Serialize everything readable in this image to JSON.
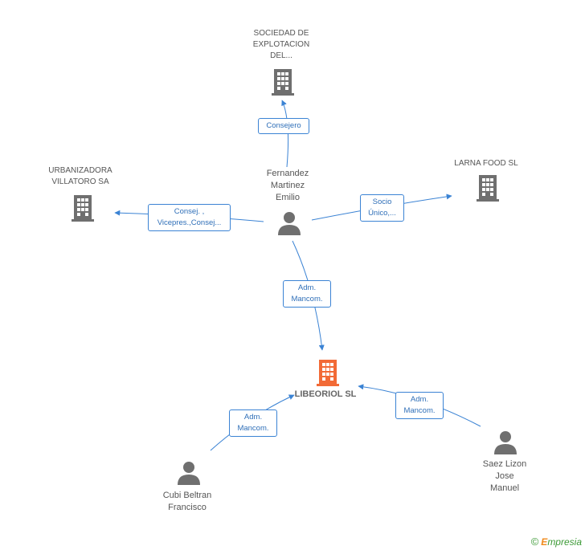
{
  "colors": {
    "edge": "#3b83d4",
    "building": "#6f6f6f",
    "building_main": "#f26a36",
    "person": "#6f6f6f"
  },
  "nodes": {
    "sociedad": {
      "label": "SOCIEDAD DE\nEXPLOTACION\nDEL...",
      "icon": "building-icon"
    },
    "urbanizadora": {
      "label": "URBANIZADORA\nVILLATORO SA",
      "icon": "building-icon"
    },
    "larna": {
      "label": "LARNA FOOD SL",
      "icon": "building-icon"
    },
    "fernandez": {
      "label": "Fernandez\nMartinez\nEmilio",
      "icon": "person-icon"
    },
    "liberiol": {
      "label": "LIBEORIOL SL",
      "icon": "building-icon"
    },
    "saez": {
      "label": "Saez Lizon\nJose\nManuel",
      "icon": "person-icon"
    },
    "cubi": {
      "label": "Cubi Beltran\nFrancisco",
      "icon": "person-icon"
    }
  },
  "edges": {
    "consejero": "Consejero",
    "consej_vicepres": "Consej. ,\nVicepres.,Consej...",
    "socio_unico": "Socio\nÚnico,...",
    "adm_fernandez": "Adm.\nMancom.",
    "adm_cubi": "Adm.\nMancom.",
    "adm_saez": "Adm.\nMancom."
  },
  "footer": {
    "copyright": "©",
    "brand_first": "E",
    "brand_rest": "mpresia"
  }
}
